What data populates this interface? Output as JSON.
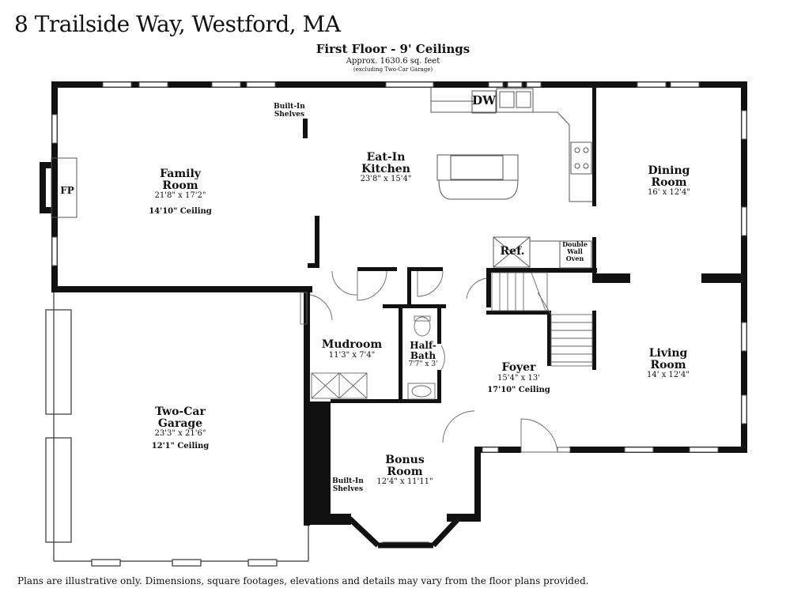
{
  "header": {
    "address": "8 Trailside Way, Westford, MA",
    "floor_title": "First Floor - 9' Ceilings",
    "area": "Approx. 1630.6 sq. feet",
    "area_note": "(excluding Two-Car Garage)"
  },
  "rooms": {
    "family": {
      "name_1": "Family",
      "name_2": "Room",
      "dims": "21'8\" x 17'2\"",
      "ceiling": "14'10\" Ceiling"
    },
    "kitchen": {
      "name_1": "Eat-In",
      "name_2": "Kitchen",
      "dims": "23'8\" x 15'4\""
    },
    "dining": {
      "name_1": "Dining",
      "name_2": "Room",
      "dims": "16' x 12'4\""
    },
    "mudroom": {
      "name_1": "Mudroom",
      "dims": "11'3\" x 7'4\""
    },
    "halfbath": {
      "name_1": "Half-",
      "name_2": "Bath",
      "dims": "7'7\" x 3'"
    },
    "foyer": {
      "name_1": "Foyer",
      "dims": "15'4\" x 13'",
      "ceiling": "17'10\" Ceiling"
    },
    "living": {
      "name_1": "Living",
      "name_2": "Room",
      "dims": "14' x 12'4\""
    },
    "garage": {
      "name_1": "Two-Car",
      "name_2": "Garage",
      "dims": "23'3\" x 21'6\"",
      "ceiling": "12'1\" Ceiling"
    },
    "bonus": {
      "name_1": "Bonus",
      "name_2": "Room",
      "dims": "12'4\" x 11'11\""
    }
  },
  "fixtures": {
    "fireplace": "FP",
    "dishwasher": "DW",
    "refrigerator": "Ref.",
    "oven_1": "Double",
    "oven_2": "Wall",
    "oven_3": "Oven",
    "shelves_family_1": "Built-In",
    "shelves_family_2": "Shelves",
    "shelves_bonus_1": "Built-In",
    "shelves_bonus_2": "Shelves"
  },
  "footer": {
    "disclaimer": "Plans are illustrative only. Dimensions, square footages, elevations and details may vary from the floor plans provided."
  },
  "colors": {
    "wall": "#111111",
    "line": "#555555",
    "background": "#ffffff"
  }
}
